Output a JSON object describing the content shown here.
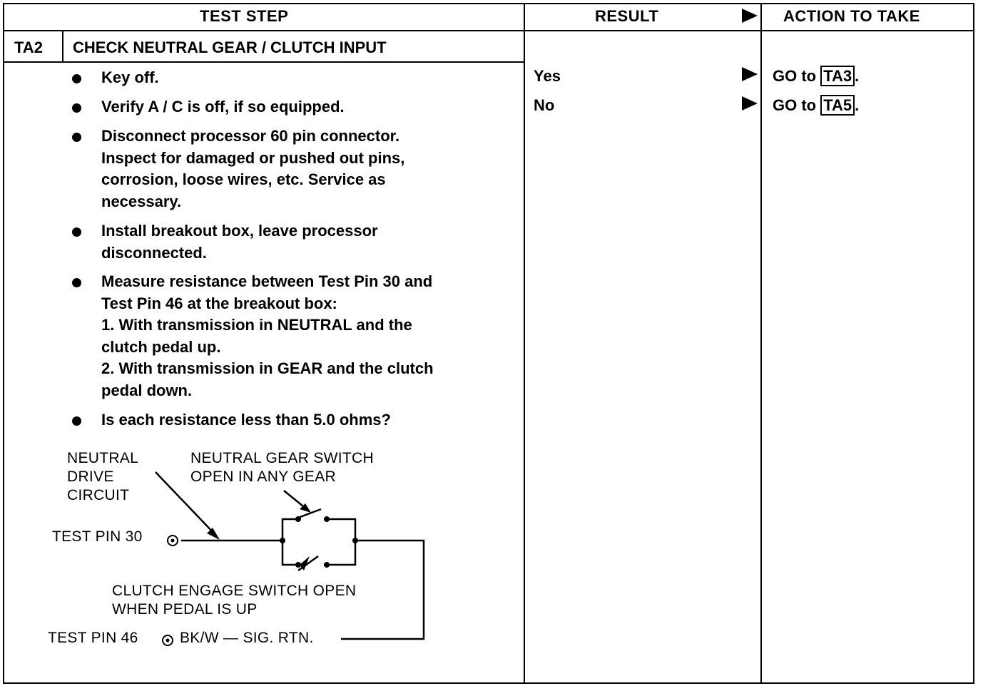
{
  "header": {
    "test_step": "TEST STEP",
    "result": "RESULT",
    "action": "ACTION TO TAKE"
  },
  "step": {
    "id": "TA2",
    "title": "CHECK NEUTRAL GEAR / CLUTCH INPUT"
  },
  "instructions": [
    "Key off.",
    "Verify A / C is off, if so equipped.",
    "Disconnect processor 60 pin connector.\nInspect for damaged or pushed out pins,\ncorrosion, loose wires, etc. Service as\nnecessary.",
    "Install breakout box, leave processor\ndisconnected.",
    "Measure resistance between Test Pin 30 and\nTest Pin 46 at the breakout box:\n1. With transmission in NEUTRAL and the\nclutch pedal up.\n2. With transmission in GEAR and the clutch\npedal down.",
    "Is each resistance less than 5.0 ohms?"
  ],
  "results": [
    {
      "answer": "Yes",
      "action_prefix": "GO to",
      "target": "TA3",
      "suffix": "."
    },
    {
      "answer": "No",
      "action_prefix": "GO to",
      "target": "TA5",
      "suffix": "."
    }
  ],
  "diagram": {
    "neutral_drive_circuit": "NEUTRAL\nDRIVE\nCIRCUIT",
    "neutral_gear_switch": "NEUTRAL GEAR SWITCH\nOPEN IN ANY GEAR",
    "test_pin_30": "TEST PIN 30",
    "clutch_switch": "CLUTCH ENGAGE SWITCH OPEN\nWHEN PEDAL IS UP",
    "test_pin_46": "TEST PIN 46",
    "test_pin_46_wire": "BK/W — SIG. RTN."
  }
}
